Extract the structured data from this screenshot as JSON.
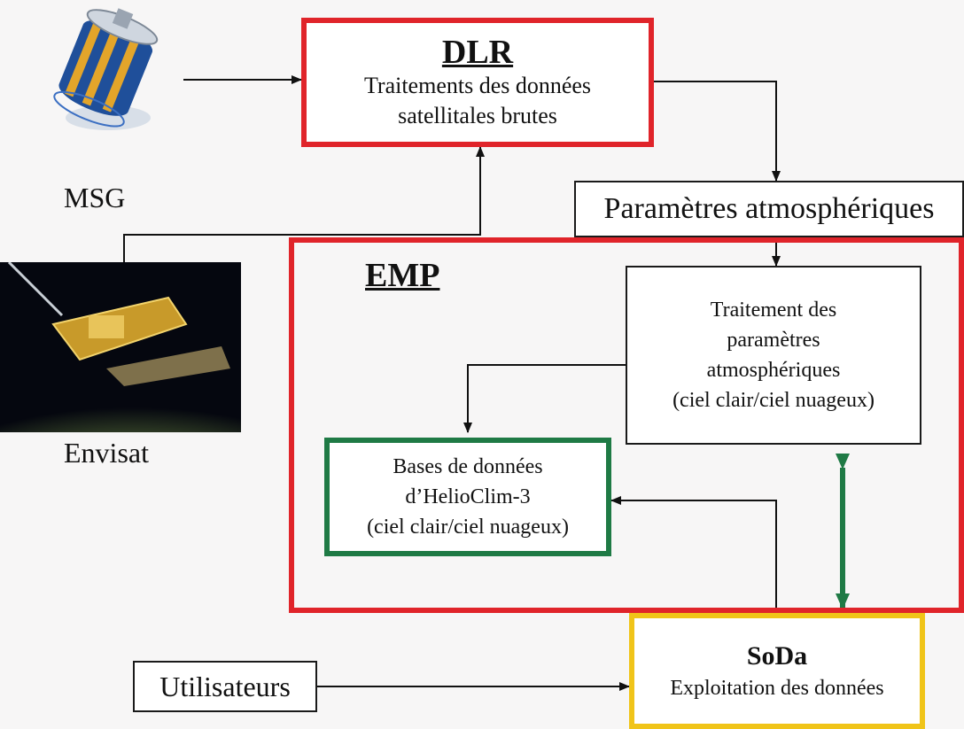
{
  "nodes": {
    "dlr": {
      "title": "DLR",
      "line1": "Traitements des données",
      "line2": "satellitales brutes"
    },
    "params": {
      "label": "Paramètres atmosphériques"
    },
    "emp": {
      "title": "EMP"
    },
    "traitement": {
      "line1": "Traitement des",
      "line2": "paramètres",
      "line3": "atmosphériques",
      "line4": "(ciel clair/ciel nuageux)"
    },
    "bases": {
      "line1": "Bases de données",
      "line2": "d’HelioClim-3",
      "line3": "(ciel clair/ciel nuageux)"
    },
    "soda": {
      "title": "SoDa",
      "subtitle": "Exploitation des données"
    },
    "users": {
      "label": "Utilisateurs"
    }
  },
  "satellites": {
    "msg": "MSG",
    "envisat": "Envisat"
  },
  "colors": {
    "red": "#e0242a",
    "green": "#1f7a45",
    "yellow": "#f0c419"
  }
}
